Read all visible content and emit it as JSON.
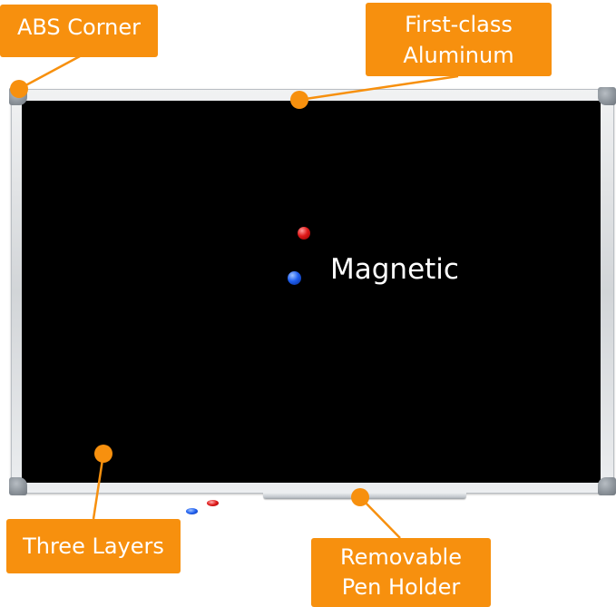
{
  "callouts": {
    "abs_corner": "ABS Corner",
    "aluminum_line1": "First-class",
    "aluminum_line2": "Aluminum",
    "three_layers": "Three Layers",
    "pen_holder_line1": "Removable",
    "pen_holder_line2": "Pen Holder"
  },
  "board": {
    "label": "Magnetic",
    "surface_color": "#000000"
  },
  "colors": {
    "callout": "#f7900e",
    "frame": "#d2d5d8",
    "magnet_red": "#e01a1a",
    "magnet_blue": "#1f5ff0"
  }
}
